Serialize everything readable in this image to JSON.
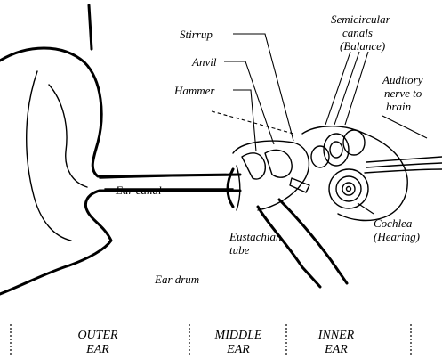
{
  "labels": {
    "stirrup": "Stirrup",
    "anvil": "Anvil",
    "hammer": "Hammer",
    "semicircular_1": "Semicircular",
    "semicircular_2": "canals",
    "semicircular_3": "(Balance)",
    "auditory_1": "Auditory",
    "auditory_2": "nerve to",
    "auditory_3": "brain",
    "ear_canal": "Ear canal",
    "cochlea_1": "Cochlea",
    "cochlea_2": "(Hearing)",
    "eustachian_1": "Eustachian",
    "eustachian_2": "tube",
    "ear_drum": "Ear drum"
  },
  "sections": {
    "outer_1": "OUTER",
    "outer_2": "EAR",
    "middle_1": "MIDDLE",
    "middle_2": "EAR",
    "inner_1": "INNER",
    "inner_2": "EAR"
  },
  "colors": {
    "line": "#000000",
    "background": "#ffffff"
  }
}
